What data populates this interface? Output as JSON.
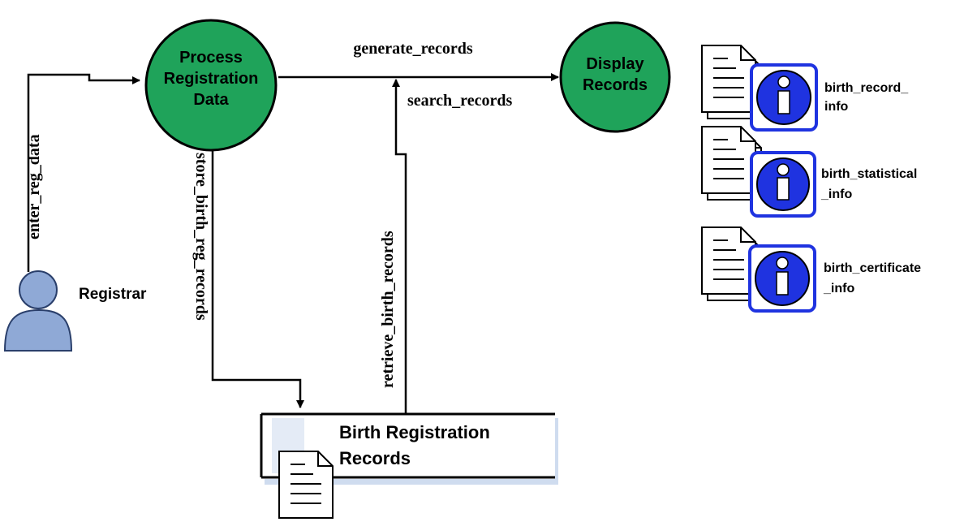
{
  "colors": {
    "process_fill": "#1fa35a",
    "info_blue": "#1f33e0",
    "actor_blue": "#8fa9d6",
    "store_shadow": "#cfdcef"
  },
  "actor": {
    "label": "Registrar",
    "icon": "user-icon"
  },
  "processes": [
    {
      "id": "process-registration-data",
      "lines": [
        "Process",
        "Registration",
        "Data"
      ]
    },
    {
      "id": "display-records",
      "lines": [
        "Display",
        "Records"
      ]
    }
  ],
  "flows": {
    "enter_reg_data": "enter_reg_data",
    "generate_records": "generate_records",
    "search_records": "search_records",
    "store_birth_reg_records": "store_birth_reg_records",
    "retrieve_birth_records": "retrieve_birth_records"
  },
  "data_store": {
    "lines": [
      "Birth Registration",
      "Records"
    ],
    "icon": "document-icon"
  },
  "outputs": [
    {
      "lines": [
        "birth_record_",
        "info"
      ],
      "icon": "info-icon"
    },
    {
      "lines": [
        "birth_statistical",
        "_info"
      ],
      "icon": "info-icon"
    },
    {
      "lines": [
        "birth_certificate",
        "_info"
      ],
      "icon": "info-icon"
    }
  ]
}
